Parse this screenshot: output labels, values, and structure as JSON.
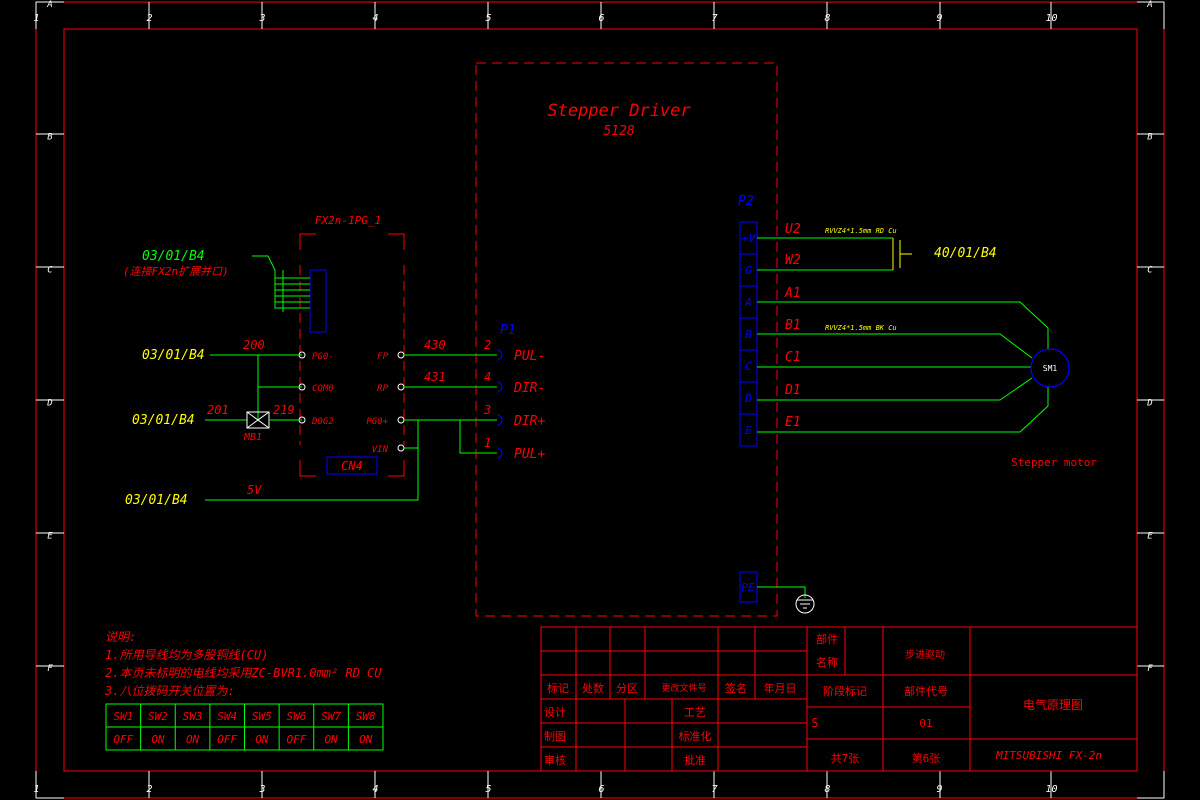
{
  "colors": {
    "border": "#ff0000",
    "wire": "#00ff00",
    "ref": "#ffff00",
    "ref_green": "#00ff00",
    "label": "#ff0000",
    "terminal": "#0000ff",
    "text_white": "#ffffff"
  },
  "frame": {
    "columns": [
      "1",
      "2",
      "3",
      "4",
      "5",
      "6",
      "7",
      "8",
      "9",
      "10"
    ],
    "rows": [
      "A",
      "B",
      "C",
      "D",
      "E",
      "F"
    ]
  },
  "driver": {
    "title": "Stepper Driver",
    "model": "5128",
    "p1_label": "P1",
    "p2_label": "P2",
    "p1_pins": [
      {
        "num": "2",
        "name": "PUL-"
      },
      {
        "num": "4",
        "name": "DIR-"
      },
      {
        "num": "3",
        "name": "DIR+"
      },
      {
        "num": "1",
        "name": "PUL+"
      }
    ],
    "p2_pins": [
      "+V",
      "G",
      "A",
      "B",
      "C",
      "D",
      "E"
    ],
    "pe_label": "PE"
  },
  "plc": {
    "module": "FX2n-1PG_1",
    "connector": "CN4",
    "left_pins": [
      "PG0-",
      "COM0",
      "DOG2"
    ],
    "right_pins": [
      "FP",
      "RP",
      "PG0+",
      "VIN"
    ]
  },
  "wires": {
    "w200": "200",
    "w201": "201",
    "w219": "219",
    "w430": "430",
    "w431": "431",
    "w5v": "5V",
    "mb": "MB1"
  },
  "refs": {
    "ref_top": "03/01/B4",
    "ref_top_note": "(连接FX2n扩展并口)",
    "ref_pg": "03/01/B4",
    "ref_dog": "03/01/B4",
    "ref_5v": "03/01/B4",
    "ref_motor_power": "40/01/B4"
  },
  "motor": {
    "wire_labels": [
      "U2",
      "W2",
      "A1",
      "B1",
      "C1",
      "D1",
      "E1"
    ],
    "cable_spec_1": "RVVZ4*1.5mm RD Cu",
    "cable_spec_2": "RVVZ4*1.5mm BK Cu",
    "symbol": "SM1",
    "caption": "Stepper motor"
  },
  "notes": {
    "heading": "说明:",
    "lines": [
      "1.所用导线均为多股铜线(CU)",
      "2.本页未标明的电线均采用ZC-BVR1.0mm²     RD CU",
      "3.八位拨码开关位置为:"
    ],
    "switch_names": [
      "SW1",
      "SW2",
      "SW3",
      "SW4",
      "SW5",
      "SW6",
      "SW7",
      "SW8"
    ],
    "switch_states": [
      "OFF",
      "ON",
      "ON",
      "OFF",
      "ON",
      "OFF",
      "ON",
      "ON"
    ]
  },
  "title_block": {
    "labels_row": [
      "标记",
      "处数",
      "分区",
      "更改文件号",
      "签名",
      "年月日"
    ],
    "design": "设计",
    "process": "工艺",
    "drawing": "制图",
    "standard": "标准化",
    "review": "审核",
    "approve": "批准",
    "part_name_label_1": "部件",
    "part_name_label_2": "名称",
    "part_name_value": "步进驱动",
    "stage_mark": "阶段标记",
    "part_code": "部件代号",
    "stage_value": "S",
    "code_value": "01",
    "total_sheets": "共7张",
    "sheet_no": "第6张",
    "drawing_title": "电气原理图",
    "company": "MITSUBISHI  FX-2n"
  }
}
